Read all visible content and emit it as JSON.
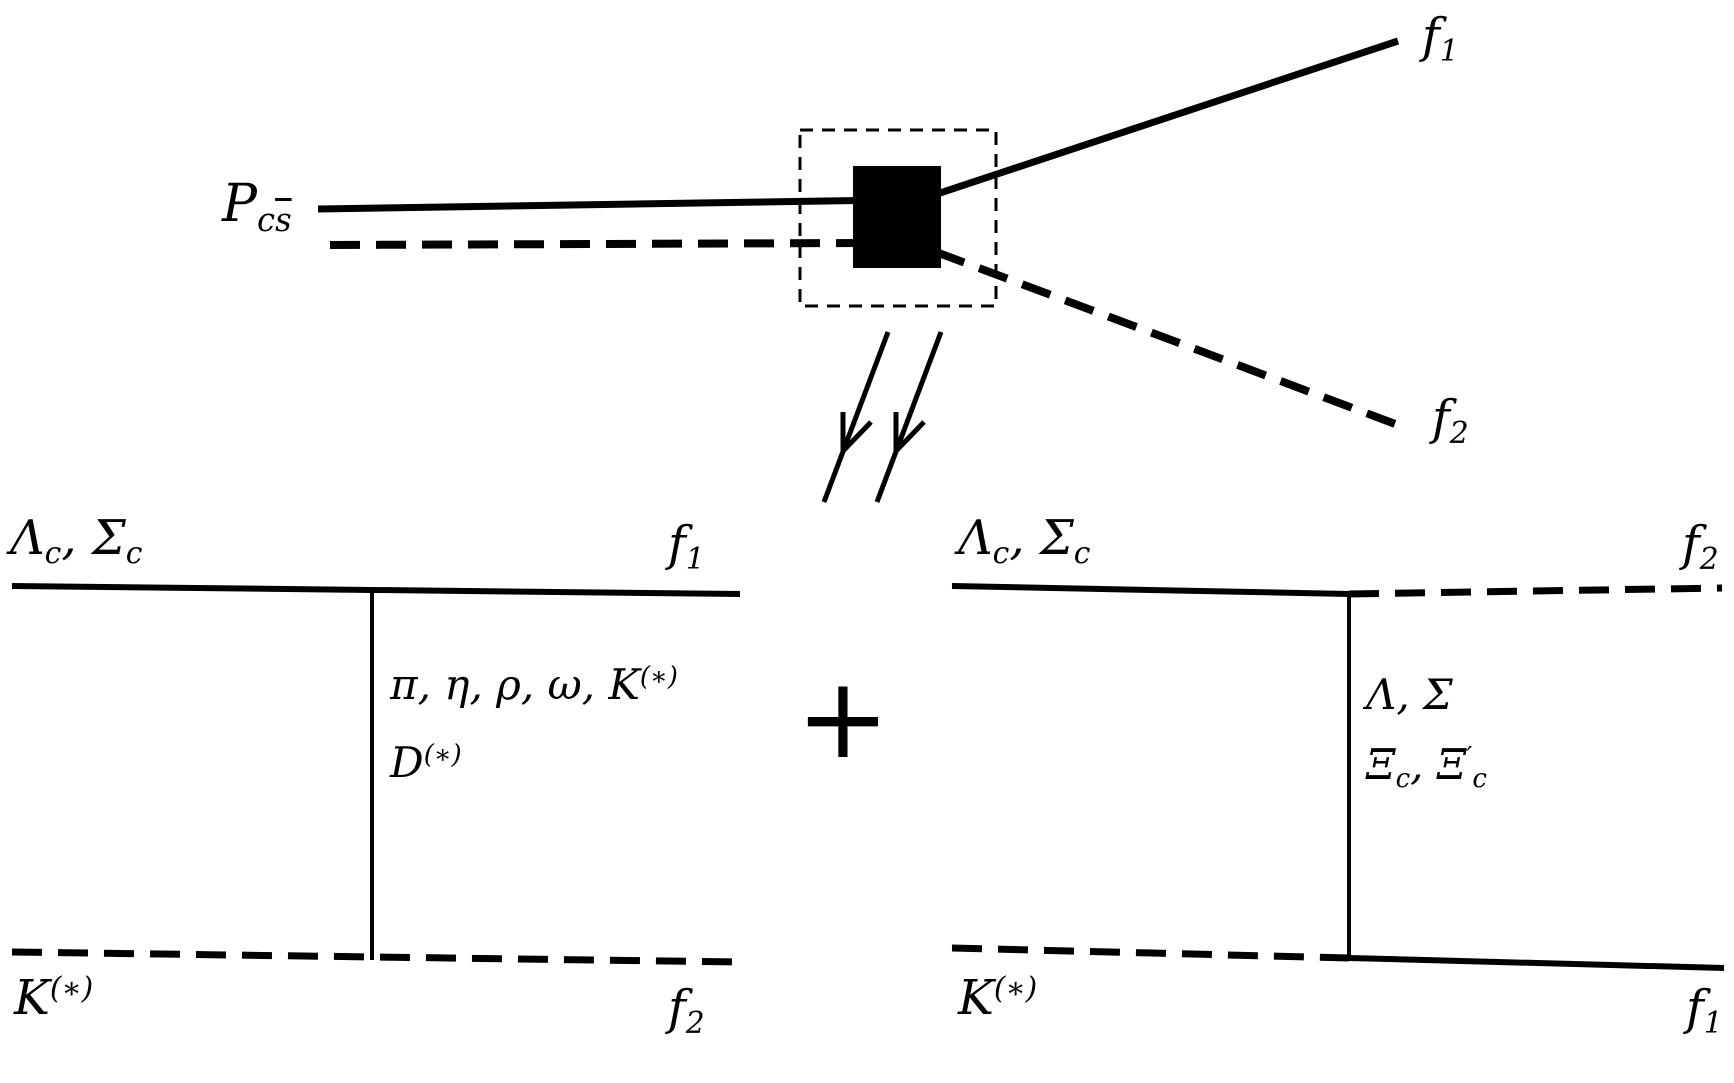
{
  "colors": {
    "line": "#000000",
    "background": "#ffffff"
  },
  "top_diagram": {
    "initial": [
      {
        "t": "P"
      },
      {
        "t": "c",
        "sub": true
      },
      {
        "t": "s",
        "sub": true,
        "over": true
      }
    ],
    "f1": [
      {
        "t": "f"
      },
      {
        "t": "1",
        "sub": true
      }
    ],
    "f2": [
      {
        "t": "f"
      },
      {
        "t": "2",
        "sub": true
      }
    ]
  },
  "plus_sign": "+",
  "left_diagram": {
    "incoming_top": [
      {
        "t": "Λ"
      },
      {
        "t": "c",
        "sub": true
      },
      {
        "t": ", "
      },
      {
        "t": "Σ"
      },
      {
        "t": "c",
        "sub": true
      }
    ],
    "outgoing_top": [
      {
        "t": "f"
      },
      {
        "t": "1",
        "sub": true
      }
    ],
    "exchange_line1": [
      {
        "t": "π, η, ρ, ω, K"
      },
      {
        "t": "(∗)",
        "sup": true
      }
    ],
    "exchange_line2": [
      {
        "t": "D"
      },
      {
        "t": "(∗)",
        "sup": true
      }
    ],
    "incoming_bottom": [
      {
        "t": "K"
      },
      {
        "t": "(∗)",
        "sup": true
      }
    ],
    "outgoing_bottom": [
      {
        "t": "f"
      },
      {
        "t": "2",
        "sub": true
      }
    ]
  },
  "right_diagram": {
    "incoming_top": [
      {
        "t": "Λ"
      },
      {
        "t": "c",
        "sub": true
      },
      {
        "t": ", "
      },
      {
        "t": "Σ"
      },
      {
        "t": "c",
        "sub": true
      }
    ],
    "outgoing_top": [
      {
        "t": "f"
      },
      {
        "t": "2",
        "sub": true
      }
    ],
    "exchange_line1": [
      {
        "t": "Λ, Σ"
      }
    ],
    "exchange_line2": [
      {
        "t": "Ξ"
      },
      {
        "t": "c",
        "sub": true
      },
      {
        "t": ", "
      },
      {
        "t": "Ξ"
      },
      {
        "t": "′",
        "sup": true
      },
      {
        "t": "c",
        "sub": true
      }
    ],
    "incoming_bottom": [
      {
        "t": "K"
      },
      {
        "t": "(∗)",
        "sup": true
      }
    ],
    "outgoing_bottom": [
      {
        "t": "f"
      },
      {
        "t": "1",
        "sub": true
      }
    ]
  }
}
